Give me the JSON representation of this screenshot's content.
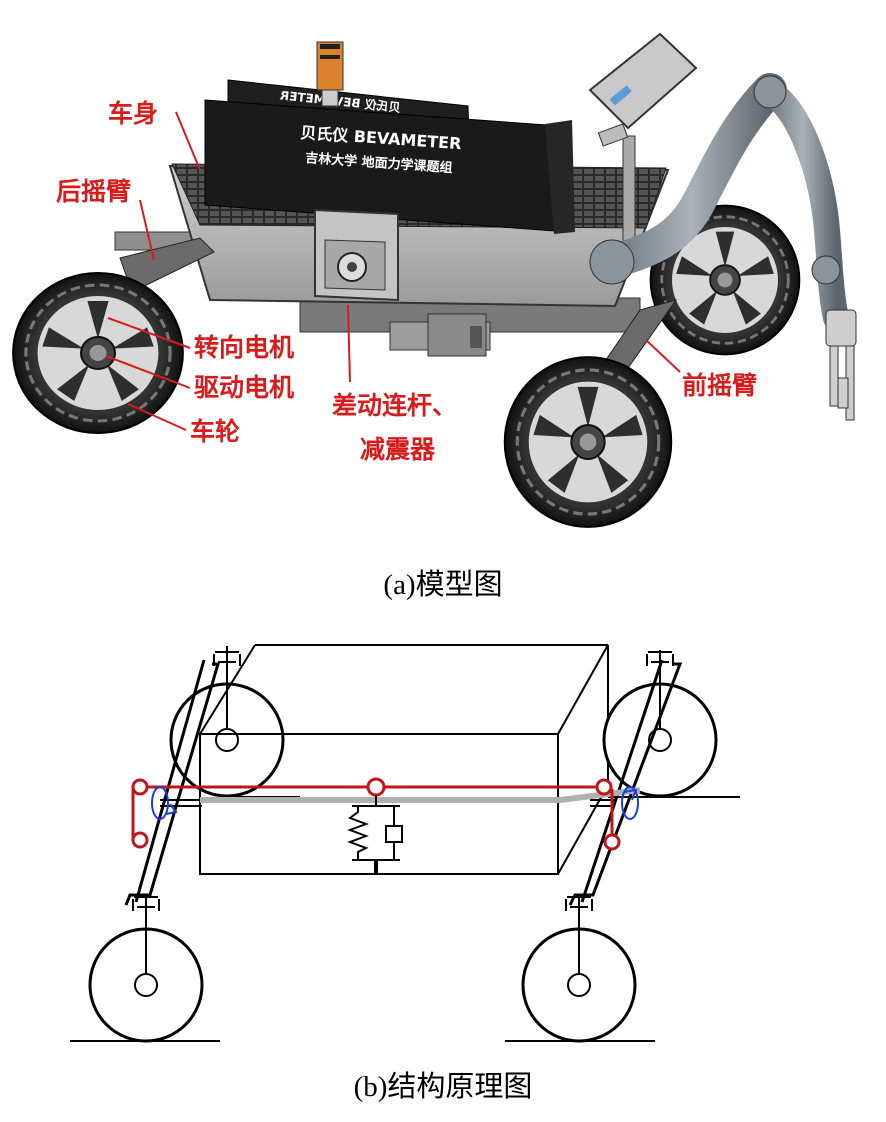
{
  "model": {
    "labels": {
      "body": "车身",
      "rear_rocker": "后摇臂",
      "steering_motor": "转向电机",
      "drive_motor": "驱动电机",
      "wheel": "车轮",
      "diff_link_line1": "差动连杆、",
      "diff_link_line2": "减震器",
      "front_rocker": "前摇臂"
    },
    "bevameter_line1": "贝氏仪 BEVAMETER",
    "bevameter_line2": "吉林大学 地面力学课题组",
    "bevameter_mirror": "贝氏仪 BEVAMETER",
    "caption": "(a)模型图"
  },
  "schematic": {
    "caption": "(b)结构原理图"
  },
  "colors": {
    "label_red": "#d81c1c",
    "linkage_red": "#c0161a",
    "rotation_blue": "#1a3fd8",
    "panel_black": "#1a1a1a",
    "body_grey": "#b9b9b9"
  }
}
